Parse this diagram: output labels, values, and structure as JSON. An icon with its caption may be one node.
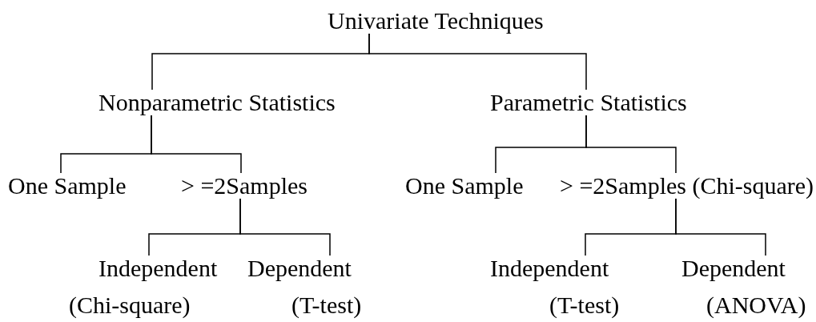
{
  "diagram": {
    "nodes": [
      {
        "text": [
          "Univariate Techniques"
        ]
      },
      {
        "text": [
          "Nonparametric Statistics"
        ]
      },
      {
        "text": [
          "Parametric Statistics"
        ]
      },
      {
        "text": [
          "One Sample"
        ]
      },
      {
        "text": [
          "> =2Samples"
        ]
      },
      {
        "text": [
          "One Sample"
        ]
      },
      {
        "text": [
          "> =2Samples (Chi-square)"
        ]
      },
      {
        "text": [
          "Independent",
          "(Chi-square)"
        ]
      },
      {
        "text": [
          "Dependent",
          "(T-test)"
        ]
      },
      {
        "text": [
          "Independent",
          "(T-test)"
        ]
      },
      {
        "text": [
          "Dependent",
          "(ANOVA)"
        ]
      }
    ],
    "edges": [
      {
        "from": 0,
        "to": 1,
        "arrow": "none"
      },
      {
        "from": 0,
        "to": 2,
        "arrow": "none"
      },
      {
        "from": 1,
        "to": 3,
        "arrow": "none"
      },
      {
        "from": 1,
        "to": 4,
        "arrow": "none"
      },
      {
        "from": 2,
        "to": 5,
        "arrow": "none"
      },
      {
        "from": 2,
        "to": 6,
        "arrow": "none"
      },
      {
        "from": 4,
        "to": 7,
        "arrow": "none"
      },
      {
        "from": 4,
        "to": 8,
        "arrow": "none"
      },
      {
        "from": 6,
        "to": 9,
        "arrow": "none"
      },
      {
        "from": 6,
        "to": 10,
        "arrow": "none"
      }
    ]
  }
}
